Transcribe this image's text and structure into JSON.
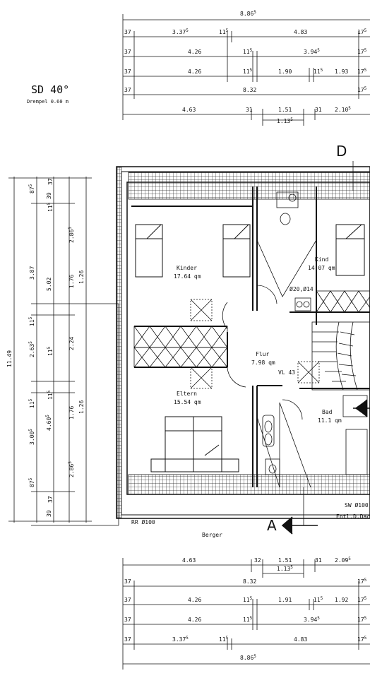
{
  "roof": {
    "pitch": "SD 40°",
    "knee_wall": "Drempel 0.60 m"
  },
  "rooms": [
    {
      "name": "Kinder",
      "area": "17.64 qm"
    },
    {
      "name": "Kind",
      "area": "14.07 qm"
    },
    {
      "name": "Flur",
      "area": "7.98 qm"
    },
    {
      "name": "Eltern",
      "area": "15.54 qm"
    },
    {
      "name": "Bad",
      "area": "11.1 qm"
    }
  ],
  "labels": {
    "vl": "VL 43",
    "chimney": "Ø20,Ø14",
    "rr": "RR Ø100",
    "sw": "SW Ø100",
    "berger": "Berger",
    "entl": "Entl.D.Dach"
  },
  "sections": {
    "a": "A",
    "d": "D"
  },
  "dims_top": {
    "total": [
      "8.86",
      "5"
    ],
    "row1": [
      [
        "37",
        ""
      ],
      [
        "3.37",
        "5"
      ],
      [
        "11",
        "5"
      ],
      [
        "4.83",
        ""
      ],
      [
        "17",
        "5"
      ]
    ],
    "row2": [
      [
        "37",
        ""
      ],
      [
        "4.26",
        ""
      ],
      [
        "11",
        "5"
      ],
      [
        "3.94",
        "5"
      ],
      [
        "17",
        "5"
      ]
    ],
    "row3": [
      [
        "37",
        ""
      ],
      [
        "4.26",
        ""
      ],
      [
        "11",
        "5"
      ],
      [
        "1.90",
        ""
      ],
      [
        "11",
        "5"
      ],
      [
        "1.93",
        ""
      ],
      [
        "17",
        "5"
      ]
    ],
    "row4": [
      [
        "37",
        ""
      ],
      [
        "8.32",
        ""
      ],
      [
        "17",
        "5"
      ]
    ],
    "row5": [
      [
        "4.63",
        ""
      ],
      [
        "31",
        ""
      ],
      [
        "1.51",
        ""
      ],
      [
        "31",
        ""
      ],
      [
        "2.10",
        "5"
      ]
    ],
    "row5sub": [
      "1.13",
      "5"
    ]
  },
  "dims_bottom": {
    "row1": [
      [
        "4.63",
        ""
      ],
      [
        "32",
        ""
      ],
      [
        "1.51",
        ""
      ],
      [
        "31",
        ""
      ],
      [
        "2.09",
        "5"
      ]
    ],
    "row1sub": [
      "1.13",
      "5"
    ],
    "row2": [
      [
        "37",
        ""
      ],
      [
        "8.32",
        ""
      ],
      [
        "17",
        "5"
      ]
    ],
    "row3": [
      [
        "37",
        ""
      ],
      [
        "4.26",
        ""
      ],
      [
        "11",
        "5"
      ],
      [
        "1.91",
        ""
      ],
      [
        "11",
        "5"
      ],
      [
        "1.92",
        ""
      ],
      [
        "17",
        "5"
      ]
    ],
    "row4": [
      [
        "37",
        ""
      ],
      [
        "4.26",
        ""
      ],
      [
        "11",
        "5"
      ],
      [
        "3.94",
        "5"
      ],
      [
        "17",
        "5"
      ]
    ],
    "row5": [
      [
        "37",
        ""
      ],
      [
        "3.37",
        "5"
      ],
      [
        "11",
        "5"
      ],
      [
        "4.83",
        ""
      ],
      [
        "17",
        "5"
      ]
    ],
    "total": [
      "8.86",
      "5"
    ]
  },
  "dims_left": {
    "total": [
      "11.49",
      ""
    ],
    "col1": [
      [
        "87",
        "5"
      ],
      [
        "3.87",
        ""
      ],
      [
        "11",
        "5"
      ],
      [
        "2.63",
        "5"
      ],
      [
        "11",
        "5"
      ],
      [
        "3.00",
        "5"
      ],
      [
        "87",
        "5"
      ]
    ],
    "col2": [
      [
        "39",
        ""
      ],
      [
        "5.02",
        ""
      ],
      [
        "4.60",
        "5"
      ],
      [
        "39",
        ""
      ]
    ],
    "col3": [
      [
        "37",
        ""
      ],
      [
        "11",
        "5"
      ],
      [
        "11",
        "5"
      ],
      [
        "11",
        "5"
      ],
      [
        "37",
        ""
      ]
    ],
    "col4": [
      [
        "2.86",
        "5"
      ],
      [
        "1.76",
        ""
      ],
      [
        "2.24",
        ""
      ],
      [
        "1.76",
        ""
      ],
      [
        "2.86",
        "5"
      ]
    ],
    "col5": [
      [
        "1.26",
        ""
      ],
      [
        "1.26",
        ""
      ]
    ]
  }
}
